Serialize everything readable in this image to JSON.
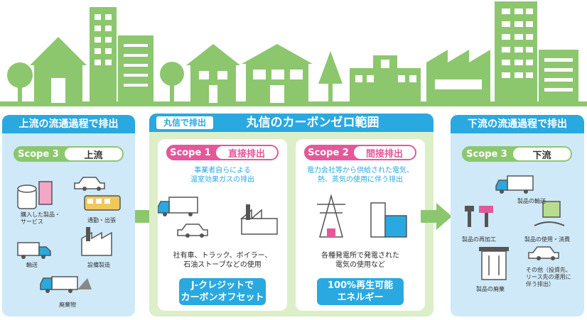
{
  "upstream": {
    "header": "上流の流通過程で排出",
    "scope_tag": "Scope 3",
    "scope_name": "上流",
    "items": {
      "purchased": "購入した製品・\nサービス",
      "commute": "通勤・出張",
      "transport": "輸送",
      "equipment": "設備製造",
      "waste": "廃棄物"
    }
  },
  "middle": {
    "badge": "丸信で排出",
    "title": "丸信のカーボンゼロ範囲",
    "scope1": {
      "tag": "Scope 1",
      "name": "直接排出",
      "desc": "事業者自らによる\n温室効果ガスの排出",
      "sources": "社有車、トラック、ボイラー、\n石油ストーブなどの使用",
      "solution": "J-クレジットで\nカーボンオフセット"
    },
    "scope2": {
      "tag": "Scope 2",
      "name": "間接排出",
      "desc": "電力会社等から供給された電気、\n熱、蒸気の使用に伴う排出",
      "sources": "各種発電所で発電された\n電気の使用など",
      "solution": "100%再生可能\nエネルギー"
    }
  },
  "downstream": {
    "header": "下流の流通過程で排出",
    "scope_tag": "Scope 3",
    "scope_name": "下流",
    "items": {
      "transport": "製品の輸送",
      "processing": "製品の再加工",
      "use": "製品の使用・消費",
      "disposal": "製品の廃棄",
      "other": "その他（投資先、\nリース先の運用に\n伴う排出）"
    }
  },
  "colors": {
    "green": "#8cc76e",
    "blue": "#29a9e0",
    "pink": "#e4589a",
    "light_blue": "#cfe9f8",
    "light_green": "#dcefc9"
  }
}
